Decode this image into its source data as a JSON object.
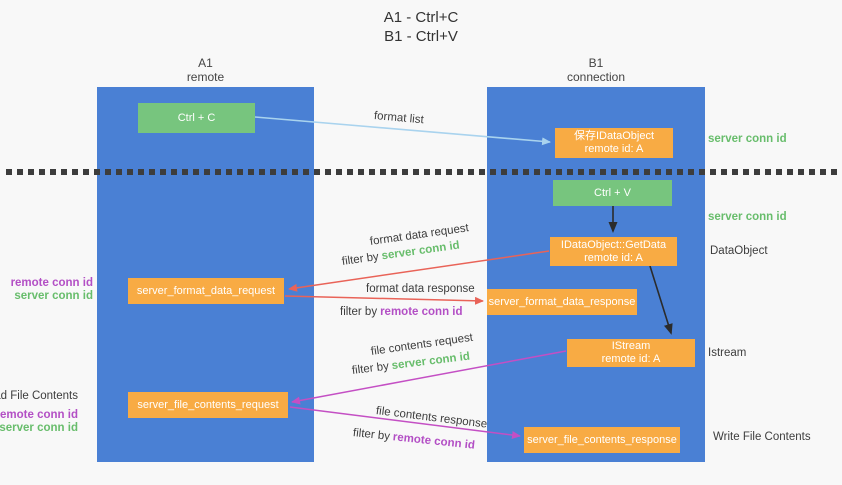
{
  "title": {
    "line1": "A1 - Ctrl+C",
    "line2": "B1 - Ctrl+V"
  },
  "columns": {
    "left": {
      "id": "A1",
      "name": "remote"
    },
    "right": {
      "id": "B1",
      "name": "connection"
    }
  },
  "nodes": {
    "ctrl_c": "Ctrl + C",
    "ctrl_v": "Ctrl + V",
    "save_idataobject": {
      "line1": "保存IDataObject",
      "line2": "remote id: A"
    },
    "getdata": {
      "line1": "IDataObject::GetData",
      "line2": "remote id: A"
    },
    "istream": {
      "line1": "IStream",
      "line2": "remote id: A"
    },
    "format_request": "server_format_data_request",
    "format_response": "server_format_data_response",
    "file_request": "server_file_contents_request",
    "file_response": "server_file_contents_response"
  },
  "side_labels": {
    "right": {
      "server_conn_id_top": "server conn id",
      "server_conn_id_mid": "server conn id",
      "dataobject": "DataObject",
      "istream": "Istream",
      "write_file_contents": "Write File Contents"
    },
    "left": {
      "remote_conn_id_1": "remote conn id",
      "server_conn_id_1": "server conn id",
      "read_file_contents": "Read File Contents",
      "remote_conn_id_2": "remote conn id",
      "server_conn_id_2": "server conn id"
    }
  },
  "arrow_labels": {
    "format_list": "format list",
    "format_data_request": "format data request",
    "format_data_response": "format data response",
    "file_contents_request": "file contents request",
    "file_contents_response": "file contents response",
    "filter_by": "filter by",
    "server_conn_id": "server conn id",
    "remote_conn_id": "remote conn id"
  },
  "colors": {
    "column_blue": "#4a80d4",
    "green_box": "#77c57e",
    "orange_box": "#f8ab44",
    "green_text": "#68bd6c",
    "purple_text": "#b34fc5",
    "red_arrow": "#e96358",
    "magenta_arrow": "#c44fc4",
    "light_blue_arrow": "#a9d3ee",
    "black_arrow": "#2b2b2b",
    "background": "#f8f8f8"
  }
}
